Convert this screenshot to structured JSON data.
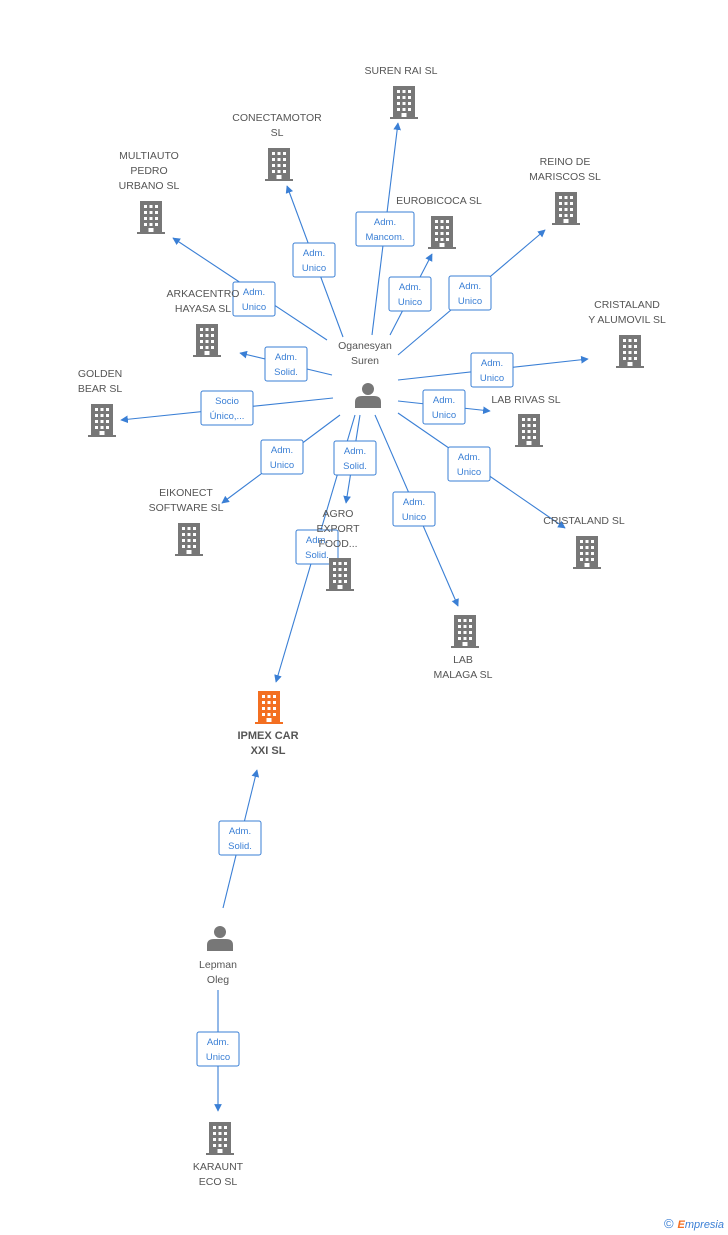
{
  "colors": {
    "edge": "#3a7fd5",
    "company": "#777777",
    "focus_company": "#f36f21",
    "person": "#777777",
    "label": "#555555"
  },
  "companies": [
    {
      "id": "suren_rai",
      "lines": [
        "SUREN RAI SL"
      ],
      "focus": false
    },
    {
      "id": "conectamotor",
      "lines": [
        "CONECTAMOTOR",
        "SL"
      ],
      "focus": false
    },
    {
      "id": "multiauto",
      "lines": [
        "MULTIAUTO",
        "PEDRO",
        "URBANO SL"
      ],
      "focus": false
    },
    {
      "id": "reino",
      "lines": [
        "REINO DE",
        "MARISCOS SL"
      ],
      "focus": false
    },
    {
      "id": "eurobicoca",
      "lines": [
        "EUROBICOCA SL"
      ],
      "focus": false
    },
    {
      "id": "arkacentro",
      "lines": [
        "ARKACENTRO",
        "HAYASA SL"
      ],
      "focus": false
    },
    {
      "id": "cristaland_alumovil",
      "lines": [
        "CRISTALAND",
        "Y ALUMOVIL  SL"
      ],
      "focus": false
    },
    {
      "id": "golden_bear",
      "lines": [
        "GOLDEN",
        "BEAR SL"
      ],
      "focus": false
    },
    {
      "id": "lab_rivas",
      "lines": [
        "LAB RIVAS SL"
      ],
      "focus": false
    },
    {
      "id": "eikonect",
      "lines": [
        "EIKONECT",
        "SOFTWARE SL"
      ],
      "focus": false
    },
    {
      "id": "agro",
      "lines": [
        "AGRO",
        "EXPORT",
        "FOOD..."
      ],
      "focus": false
    },
    {
      "id": "cristaland",
      "lines": [
        "CRISTALAND SL"
      ],
      "focus": false
    },
    {
      "id": "lab_malaga",
      "lines": [
        "LAB",
        "MALAGA SL"
      ],
      "focus": false
    },
    {
      "id": "ipmex",
      "lines": [
        "IPMEX CAR",
        "XXI SL"
      ],
      "focus": true
    },
    {
      "id": "karaunt",
      "lines": [
        "KARAUNT",
        "ECO SL"
      ],
      "focus": false
    }
  ],
  "persons": [
    {
      "id": "oganesyan",
      "lines": [
        "Oganesyan",
        "Suren"
      ]
    },
    {
      "id": "lepman",
      "lines": [
        "Lepman",
        "Oleg"
      ]
    }
  ],
  "edges": [
    {
      "from": "oganesyan",
      "to": "suren_rai",
      "label": [
        "Adm.",
        "Mancom."
      ]
    },
    {
      "from": "oganesyan",
      "to": "conectamotor",
      "label": [
        "Adm.",
        "Unico"
      ]
    },
    {
      "from": "oganesyan",
      "to": "multiauto",
      "label": [
        "Adm.",
        "Unico"
      ]
    },
    {
      "from": "oganesyan",
      "to": "reino",
      "label": [
        "Adm.",
        "Unico"
      ]
    },
    {
      "from": "oganesyan",
      "to": "eurobicoca",
      "label": [
        "Adm.",
        "Unico"
      ]
    },
    {
      "from": "oganesyan",
      "to": "arkacentro",
      "label": [
        "Adm.",
        "Solid."
      ]
    },
    {
      "from": "oganesyan",
      "to": "cristaland_alumovil",
      "label": [
        "Adm.",
        "Unico"
      ]
    },
    {
      "from": "oganesyan",
      "to": "golden_bear",
      "label": [
        "Socio",
        "Único,..."
      ]
    },
    {
      "from": "oganesyan",
      "to": "lab_rivas",
      "label": [
        "Adm.",
        "Unico"
      ]
    },
    {
      "from": "oganesyan",
      "to": "eikonect",
      "label": [
        "Adm.",
        "Unico"
      ]
    },
    {
      "from": "oganesyan",
      "to": "agro",
      "label": [
        "Adm.",
        "Solid."
      ]
    },
    {
      "from": "oganesyan",
      "to": "cristaland",
      "label": [
        "Adm.",
        "Unico"
      ]
    },
    {
      "from": "oganesyan",
      "to": "lab_malaga",
      "label": [
        "Adm.",
        "Unico"
      ]
    },
    {
      "from": "oganesyan",
      "to": "ipmex",
      "label": [
        "Adm.",
        "Solid."
      ]
    },
    {
      "from": "lepman",
      "to": "ipmex",
      "label": [
        "Adm.",
        "Solid."
      ]
    },
    {
      "from": "lepman",
      "to": "karaunt",
      "label": [
        "Adm.",
        "Unico"
      ]
    }
  ],
  "footer": {
    "copyright": "©",
    "brand_first": "E",
    "brand_rest": "mpresia"
  }
}
